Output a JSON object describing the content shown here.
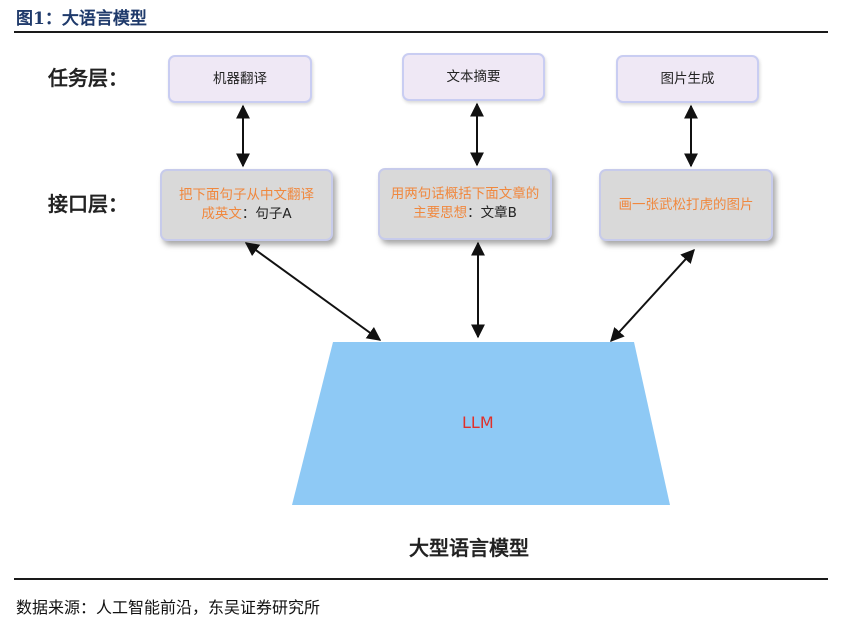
{
  "figure": {
    "title": "图1：大语言模型",
    "source": "数据来源：人工智能前沿，东吴证券研究所"
  },
  "layers": {
    "task_label": "任务层：",
    "interface_label": "接口层："
  },
  "tasks": [
    {
      "label": "机器翻译"
    },
    {
      "label": "文本摘要"
    },
    {
      "label": "图片生成"
    }
  ],
  "interfaces": [
    {
      "line1": "把下面句子从中文翻译",
      "line2_prompt": "成英文",
      "line2_rest": "：句子A"
    },
    {
      "line1": "用两句话概括下面文章的",
      "line2_prompt": "主要思想",
      "line2_rest": "：文章B"
    },
    {
      "line1": "画一张武松打虎的图片",
      "line2_prompt": "",
      "line2_rest": ""
    }
  ],
  "model": {
    "label": "LLM",
    "caption": "大型语言模型"
  },
  "colors": {
    "prompt_text": "#f0883e",
    "llm_fill": "#8ec9f5",
    "llm_label": "#e0302a"
  }
}
